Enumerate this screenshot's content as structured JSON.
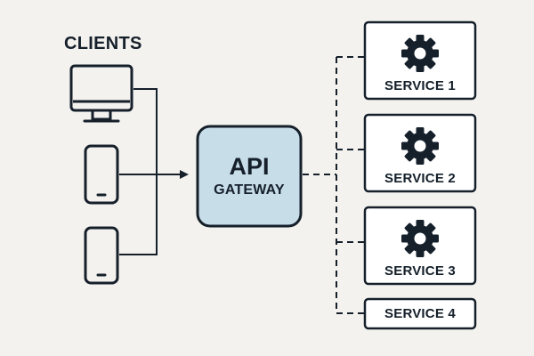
{
  "clients": {
    "title": "CLIENTS",
    "devices": [
      {
        "icon": "desktop-monitor-icon"
      },
      {
        "icon": "smartphone-icon"
      },
      {
        "icon": "smartphone-icon"
      }
    ]
  },
  "gateway": {
    "line1": "API",
    "line2": "GATEWAY",
    "fill_color": "#c7dde8"
  },
  "services": [
    {
      "label": "SERVICE 1",
      "icon": "gear-icon"
    },
    {
      "label": "SERVICE 2",
      "icon": "gear-icon"
    },
    {
      "label": "SERVICE 3",
      "icon": "gear-icon"
    },
    {
      "label": "SERVICE 4",
      "icon": ""
    }
  ],
  "colors": {
    "background": "#f4f2ee",
    "stroke": "#15202b"
  }
}
